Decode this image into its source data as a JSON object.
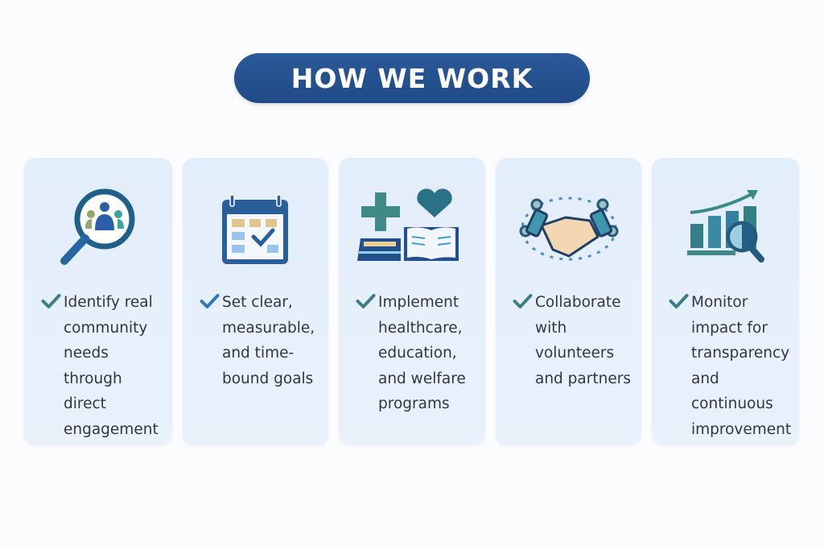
{
  "title": "HOW WE WORK",
  "colors": {
    "title_bg": "#244f8c",
    "check": "#3b7f86",
    "card_bg": "#e4eefb"
  },
  "steps": [
    {
      "icon": "magnifier-people-icon",
      "text": "Identify real community needs through direct engagement"
    },
    {
      "icon": "calendar-check-icon",
      "text": "Set clear, measurable, and time-bound goals"
    },
    {
      "icon": "health-education-icon",
      "text": "Implement healthcare, education, and welfare programs"
    },
    {
      "icon": "handshake-icon",
      "text": "Collaborate with volunteers and partners"
    },
    {
      "icon": "chart-magnifier-icon",
      "text": "Monitor impact for transparency and continuous improvement"
    }
  ]
}
